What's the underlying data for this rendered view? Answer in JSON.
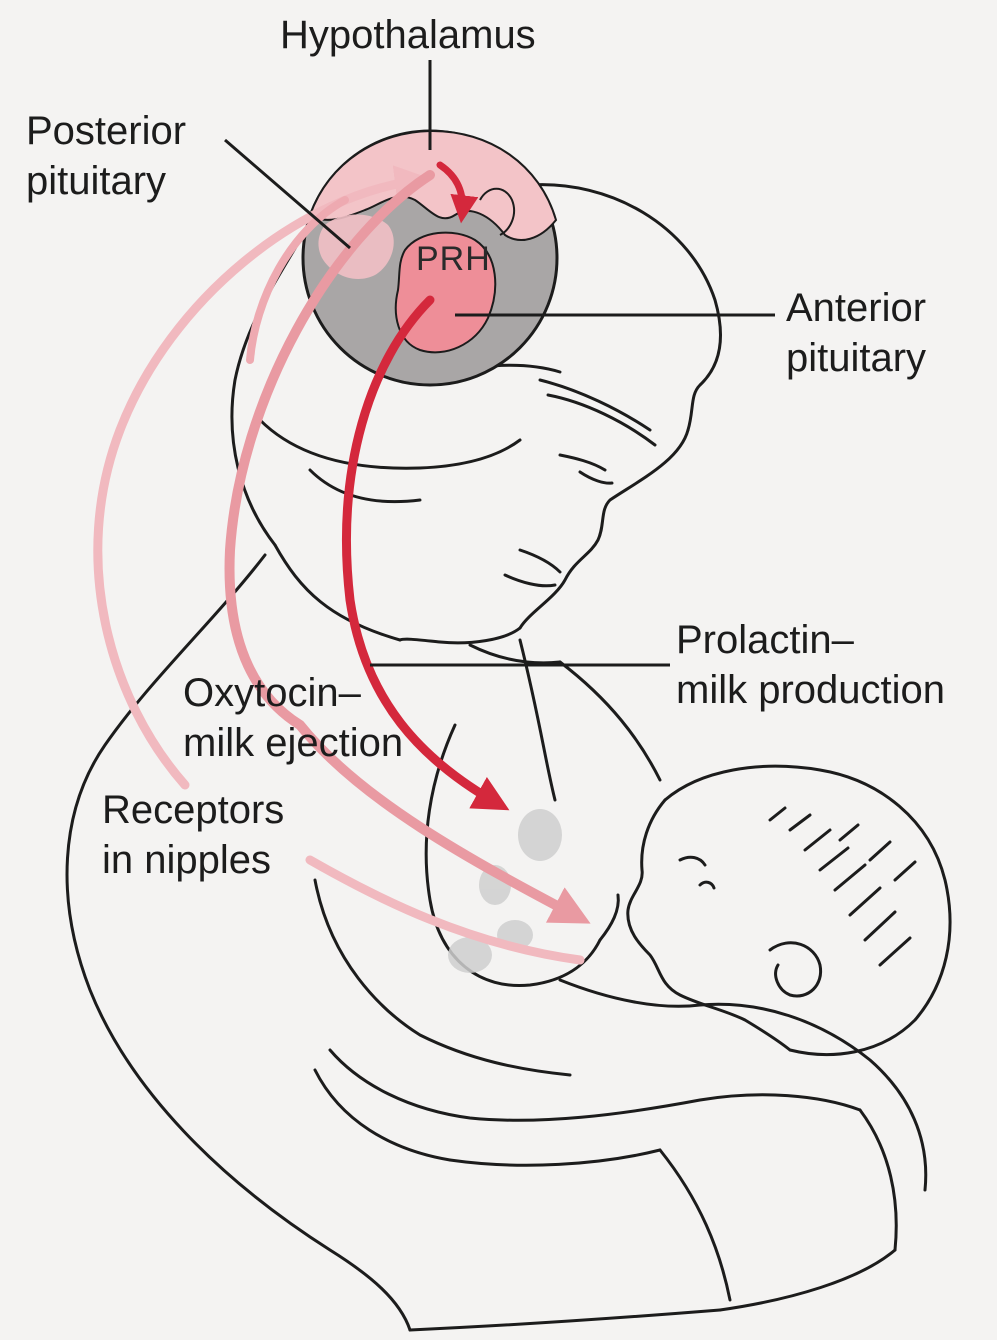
{
  "diagram": {
    "labels": {
      "hypothalamus": "Hypothalamus",
      "posterior_pituitary": [
        "Posterior",
        "pituitary"
      ],
      "anterior_pituitary": [
        "Anterior",
        "pituitary"
      ],
      "prh": "PRH",
      "prolactin": [
        "Prolactin–",
        "milk production"
      ],
      "oxytocin": [
        "Oxytocin–",
        "milk ejection"
      ],
      "receptors": [
        "Receptors",
        "in nipples"
      ]
    },
    "colors": {
      "background": "#f4f3f2",
      "line_art": "#1c1c1c",
      "pituitary_gray": "#a9a6a6",
      "hypothalamus_pink": "#f3c4c8",
      "anterior_pink": "#ee8e98",
      "prolactin_arrow": "#d4283c",
      "oxytocin_arrow": "#e99aa2",
      "receptor_arrow": "#f1b9bf",
      "milk_glands": "#cfcfcf"
    }
  }
}
